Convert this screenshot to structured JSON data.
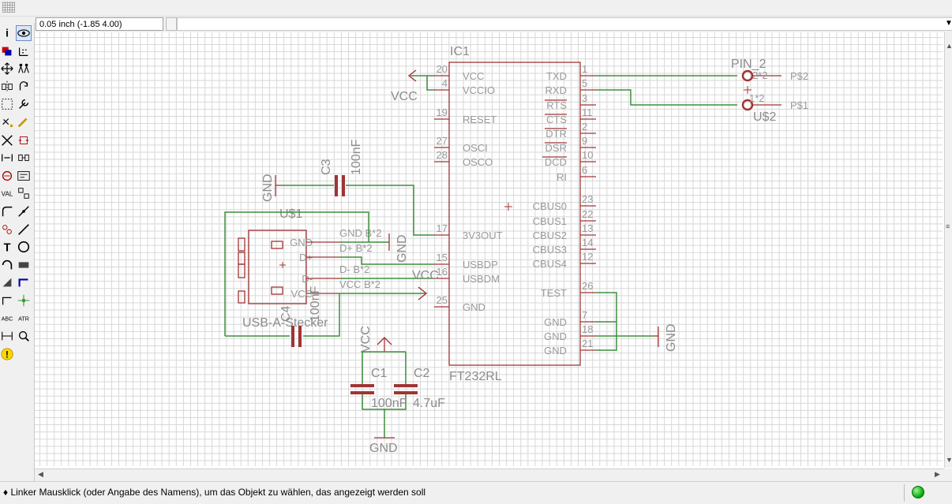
{
  "coord_display": "0.05 inch (-1.85 4.00)",
  "status": {
    "message": "♦ Linker Mausklick (oder Angabe des Namens), um das Objekt zu wählen, das angezeigt werden soll"
  },
  "toolbar": {
    "tools": [
      "info",
      "show",
      "display",
      "mark",
      "move",
      "copy",
      "mirror",
      "rotate",
      "group",
      "change",
      "cut",
      "paste",
      "delete",
      "add",
      "pinswap",
      "gateswap",
      "replace",
      "name",
      "value",
      "smash",
      "miter",
      "split",
      "invoke",
      "wire",
      "text",
      "circle",
      "arc",
      "rect",
      "polygon",
      "bus",
      "net",
      "junction",
      "label",
      "attribute",
      "dimension",
      "erc",
      "errors"
    ]
  },
  "schematic": {
    "ic1": {
      "name": "IC1",
      "value": "FT232RL",
      "left_pins": [
        {
          "num": "20",
          "name": "VCC"
        },
        {
          "num": "4",
          "name": "VCCIO"
        },
        {
          "num": "19",
          "name": "RESET"
        },
        {
          "num": "27",
          "name": "OSCI"
        },
        {
          "num": "28",
          "name": "OSCO"
        },
        {
          "num": "17",
          "name": "3V3OUT"
        },
        {
          "num": "15",
          "name": "USBDP"
        },
        {
          "num": "16",
          "name": "USBDM"
        },
        {
          "num": "25",
          "name": "GND"
        }
      ],
      "right_pins": [
        {
          "num": "1",
          "name": "TXD"
        },
        {
          "num": "5",
          "name": "RXD"
        },
        {
          "num": "3",
          "name": "RTS"
        },
        {
          "num": "11",
          "name": "CTS"
        },
        {
          "num": "2",
          "name": "DTR"
        },
        {
          "num": "9",
          "name": "DSR"
        },
        {
          "num": "10",
          "name": "DCD"
        },
        {
          "num": "6",
          "name": "RI"
        },
        {
          "num": "23",
          "name": "CBUS0"
        },
        {
          "num": "22",
          "name": "CBUS1"
        },
        {
          "num": "13",
          "name": "CBUS2"
        },
        {
          "num": "14",
          "name": "CBUS3"
        },
        {
          "num": "12",
          "name": "CBUS4"
        },
        {
          "num": "26",
          "name": "TEST"
        },
        {
          "num": "7",
          "name": "GND"
        },
        {
          "num": "18",
          "name": "GND"
        },
        {
          "num": "21",
          "name": "GND"
        }
      ]
    },
    "usb": {
      "name": "U$1",
      "value": "USB-A-Stecker",
      "pins": [
        "GND",
        "D+",
        "D-",
        "VCC"
      ],
      "pads": [
        "GND B*2",
        "D+ B*2",
        "D- B*2",
        "VCC B*2"
      ]
    },
    "c1": {
      "name": "C1",
      "value": "100nF"
    },
    "c2": {
      "name": "C2",
      "value": "4.7uF"
    },
    "c3": {
      "name": "C3",
      "value": "100nF"
    },
    "c4": {
      "name": "C4",
      "value": "100nF"
    },
    "header": {
      "name": "U$2",
      "value": "PIN_2",
      "pin1": "P$1",
      "pin2": "P$2",
      "pad1": "1*2",
      "pad2": "2*2"
    },
    "supply": {
      "gnd": "GND",
      "vcc": "VCC"
    }
  }
}
